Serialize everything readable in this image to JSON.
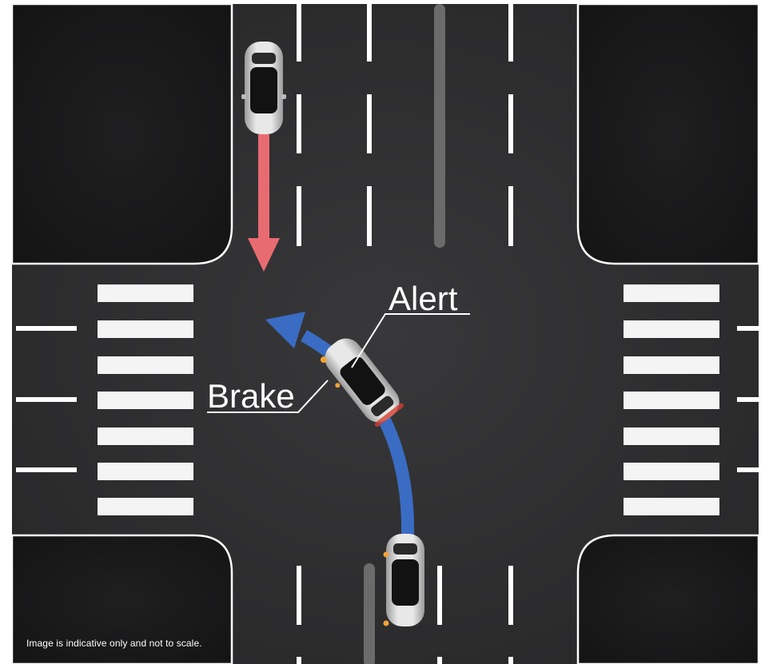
{
  "labels": {
    "alert": "Alert",
    "brake": "Brake"
  },
  "disclaimer": "Image is indicative only and not to scale.",
  "colors": {
    "background": "#ffffff",
    "asphalt": "#2f2f30",
    "corner_block": "#1c1c1d",
    "road_marking": "#ffffff",
    "median_bar": "#6b6b6b",
    "oncoming_arrow": "#e96b72",
    "turn_path_arrow": "#3a6cc4",
    "car_body": "#d6d6d6",
    "car_glass": "#121212"
  },
  "icons": {
    "oncoming_car": "car-icon",
    "turning_car": "car-icon",
    "waiting_car": "car-icon"
  }
}
